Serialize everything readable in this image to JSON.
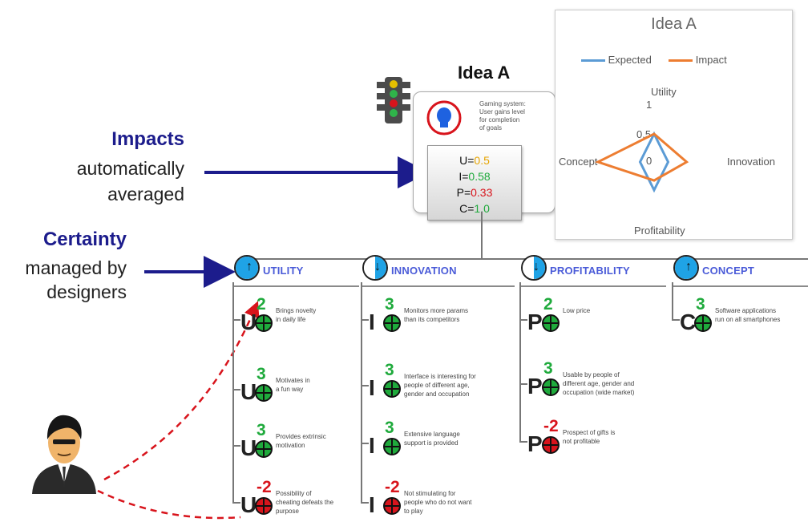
{
  "colors": {
    "annotation_title": "#1c1c8c",
    "header_label": "#4a5bd8",
    "dial_fill": "#1fa3e6",
    "positive": "#1faa3c",
    "negative": "#d8141c",
    "expected": "#5b9bd5",
    "impact": "#ed7d31",
    "arrow": "#1c1c8c",
    "dashed": "#d8141c"
  },
  "annotations": {
    "impacts": {
      "title": "Impacts",
      "line1": "automatically",
      "line2": "averaged"
    },
    "certainty": {
      "title": "Certainty",
      "line1": "managed by",
      "line2": "designers"
    }
  },
  "idea": {
    "title": "Idea A",
    "description": [
      "Gaming system:",
      "User gains level",
      "for completion",
      "of goals"
    ],
    "averages": [
      {
        "label": "U=",
        "value": "0.5",
        "color": "#e6a400"
      },
      {
        "label": "I=",
        "value": "0.58",
        "color": "#1faa3c"
      },
      {
        "label": "P=",
        "value": "0.33",
        "color": "#d8141c"
      },
      {
        "label": "C=",
        "value": "1.0",
        "color": "#1faa3c"
      }
    ]
  },
  "chart_data": {
    "type": "radar",
    "title": "Idea A",
    "axes": [
      "Utility",
      "Innovation",
      "Profitability",
      "Concept"
    ],
    "tick_labels": [
      "1",
      "0,5",
      "0"
    ],
    "legend_position": "top",
    "series": [
      {
        "name": "Expected",
        "color": "#5b9bd5",
        "values": [
          0.5,
          0.25,
          0.5,
          0.25
        ]
      },
      {
        "name": "Impact",
        "color": "#ed7d31",
        "values": [
          0.5,
          0.58,
          0.33,
          1.0
        ]
      }
    ]
  },
  "categories": [
    {
      "label": "UTILITY",
      "certainty": "high",
      "items": [
        {
          "letter": "U",
          "score": "2",
          "sign": "pos",
          "desc": [
            "Brings novelty",
            "in daily life"
          ]
        },
        {
          "letter": "U",
          "score": "3",
          "sign": "pos",
          "desc": [
            "Motivates in",
            "a fun way"
          ]
        },
        {
          "letter": "U",
          "score": "3",
          "sign": "pos",
          "desc": [
            "Provides extrinsic",
            "motivation"
          ]
        },
        {
          "letter": "U",
          "score": "-2",
          "sign": "neg",
          "desc": [
            "Possibility of",
            "cheating defeats the",
            "purpose"
          ]
        }
      ]
    },
    {
      "label": "INNOVATION",
      "certainty": "low",
      "items": [
        {
          "letter": "I",
          "score": "3",
          "sign": "pos",
          "desc": [
            "Monitors more params",
            "than its competitors"
          ]
        },
        {
          "letter": "I",
          "score": "3",
          "sign": "pos",
          "desc": [
            "Interface is interesting for",
            "people of different age,",
            "gender and occupation"
          ]
        },
        {
          "letter": "I",
          "score": "3",
          "sign": "pos",
          "desc": [
            "Extensive language",
            "support is provided"
          ]
        },
        {
          "letter": "I",
          "score": "-2",
          "sign": "neg",
          "desc": [
            "Not stimulating for",
            "people who do not want",
            "to play"
          ]
        }
      ]
    },
    {
      "label": "PROFITABILITY",
      "certainty": "low",
      "items": [
        {
          "letter": "P",
          "score": "2",
          "sign": "pos",
          "desc": [
            "Low price"
          ]
        },
        {
          "letter": "P",
          "score": "3",
          "sign": "pos",
          "desc": [
            "Usable by people of",
            "different age, gender and",
            "occupation (wide market)"
          ]
        },
        {
          "letter": "P",
          "score": "-2",
          "sign": "neg",
          "desc": [
            "Prospect of gifts is",
            "not profitable"
          ]
        }
      ]
    },
    {
      "label": "CONCEPT",
      "certainty": "high",
      "items": [
        {
          "letter": "C",
          "score": "3",
          "sign": "pos",
          "desc": [
            "Software applications",
            "run on all smartphones"
          ]
        }
      ]
    }
  ]
}
